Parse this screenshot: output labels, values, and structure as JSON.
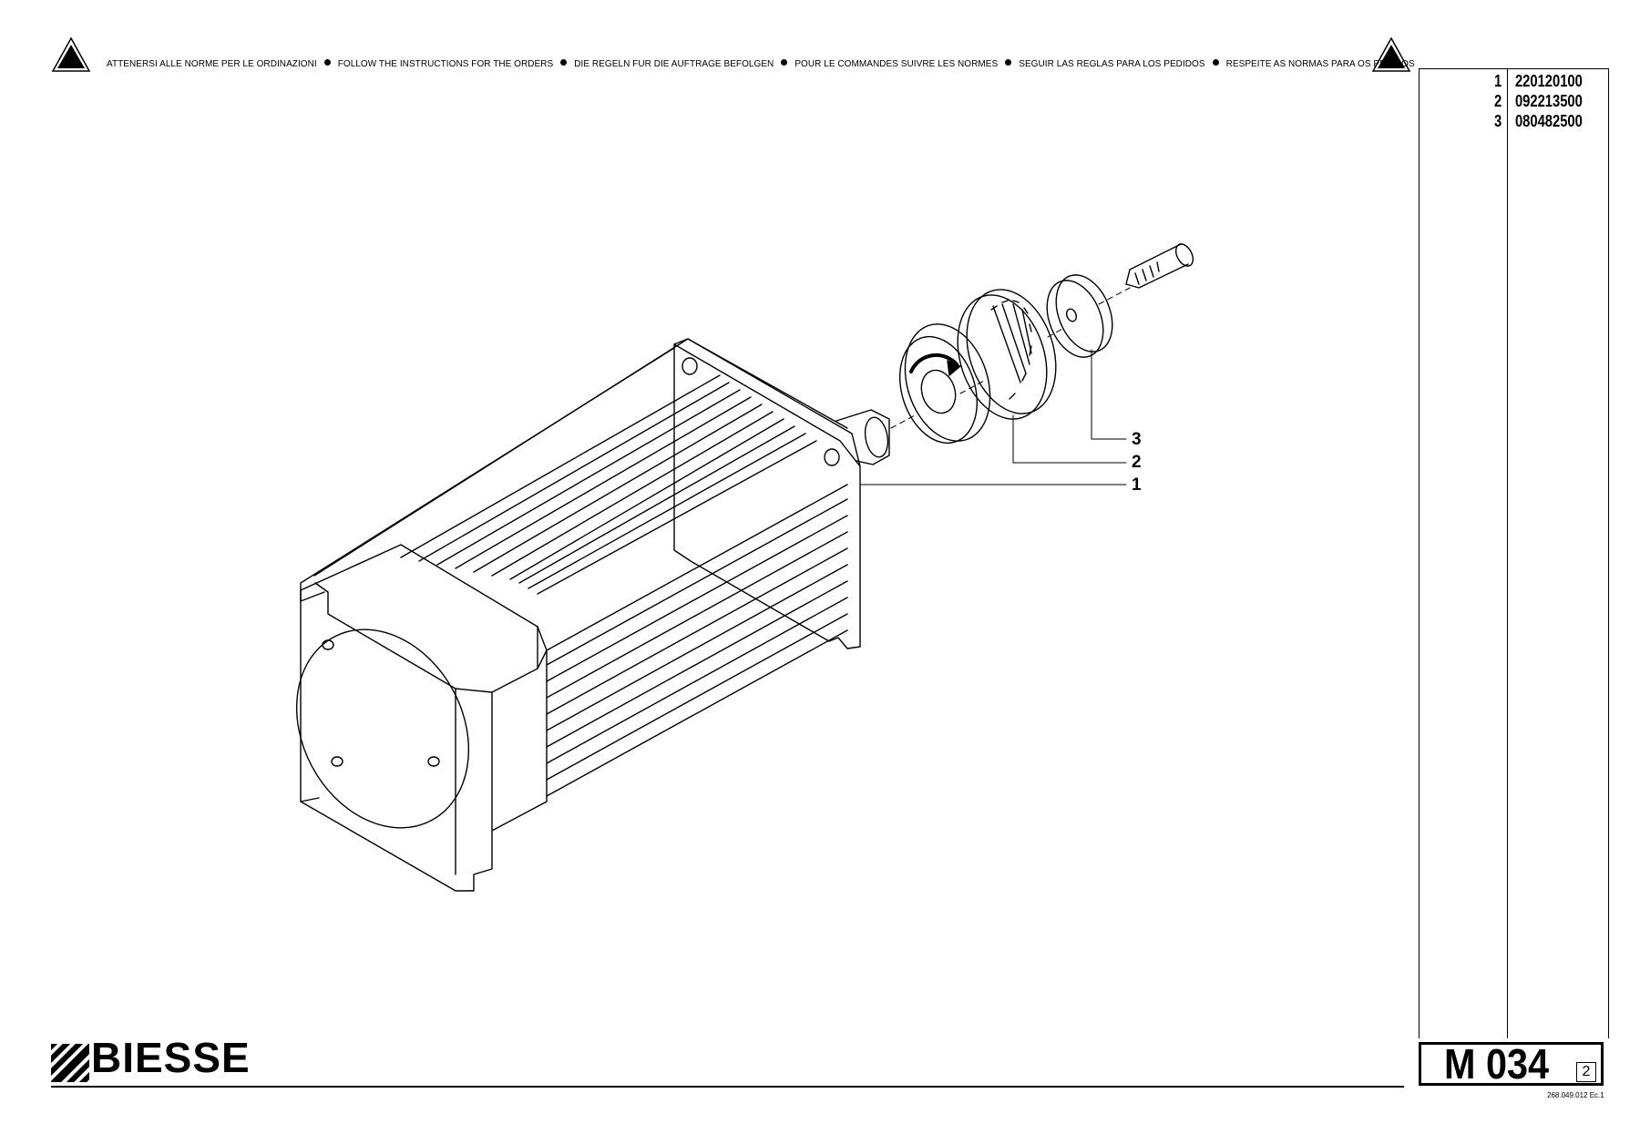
{
  "header": {
    "notice_items": [
      "ATTENERSI ALLE NORME PER LE ORDINAZIONI",
      "FOLLOW THE INSTRUCTIONS FOR THE ORDERS",
      "DIE REGELN FUR DIE AUFTRAGE BEFOLGEN",
      "POUR LE COMMANDES SUIVRE LES NORMES",
      "SEGUIR LAS REGLAS PARA LOS PEDIDOS",
      "RESPEITE AS NORMAS PARA OS PEDIDOS"
    ],
    "warning_icon": "warning-triangle-icon"
  },
  "parts": [
    {
      "num": "1",
      "code": "220120100"
    },
    {
      "num": "2",
      "code": "092213500"
    },
    {
      "num": "3",
      "code": "080482500"
    }
  ],
  "callouts": [
    "3",
    "2",
    "1"
  ],
  "footer": {
    "brand": "BIESSE",
    "sheet_code": "M 034",
    "sheet_page": "2",
    "doc_ref": "268.049.012 Ec.1"
  },
  "colors": {
    "ink": "#000000",
    "paper": "#ffffff"
  }
}
